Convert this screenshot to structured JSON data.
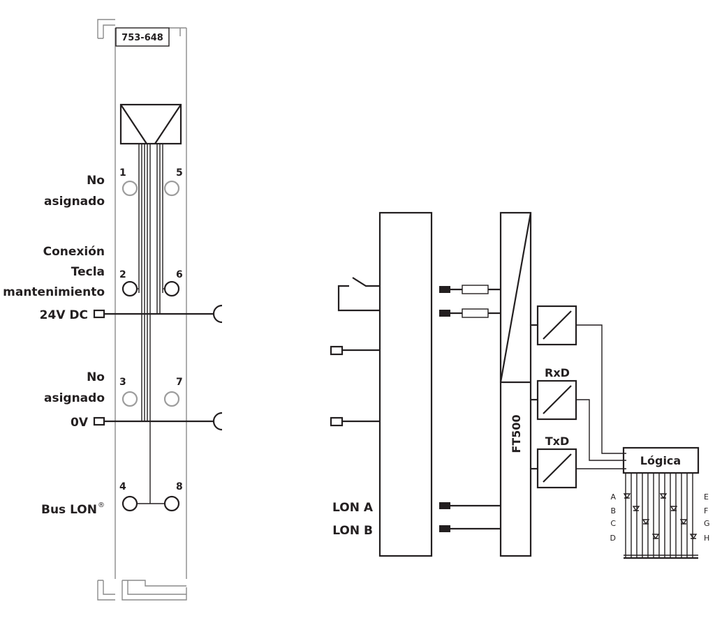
{
  "module": {
    "part_number": "753-648"
  },
  "terminals": [
    {
      "number": "1"
    },
    {
      "number": "2"
    },
    {
      "number": "3"
    },
    {
      "number": "4"
    },
    {
      "number": "5"
    },
    {
      "number": "6"
    },
    {
      "number": "7"
    },
    {
      "number": "8"
    }
  ],
  "left_labels": {
    "no_asignado_1": [
      "No",
      "asignado"
    ],
    "conexion": [
      "Conexión",
      "Tecla",
      "mantenimiento"
    ],
    "supply_24v": "24V DC",
    "no_asignado_2": [
      "No",
      "asignado"
    ],
    "zero_v": "0V",
    "bus_lon": "Bus LON",
    "bus_lon_mark": "®"
  },
  "schematic": {
    "lon_a": "LON A",
    "lon_b": "LON B",
    "chip": "FT500",
    "rxd": "RxD",
    "txd": "TxD",
    "logic": "Lógica",
    "led_labels_left": [
      "A",
      "B",
      "C",
      "D"
    ],
    "led_labels_right": [
      "E",
      "F",
      "G",
      "H"
    ]
  },
  "colors": {
    "line": "#231f20",
    "housing": "#8a8a8a",
    "unassigned_terminal": "#9d9d9d"
  }
}
